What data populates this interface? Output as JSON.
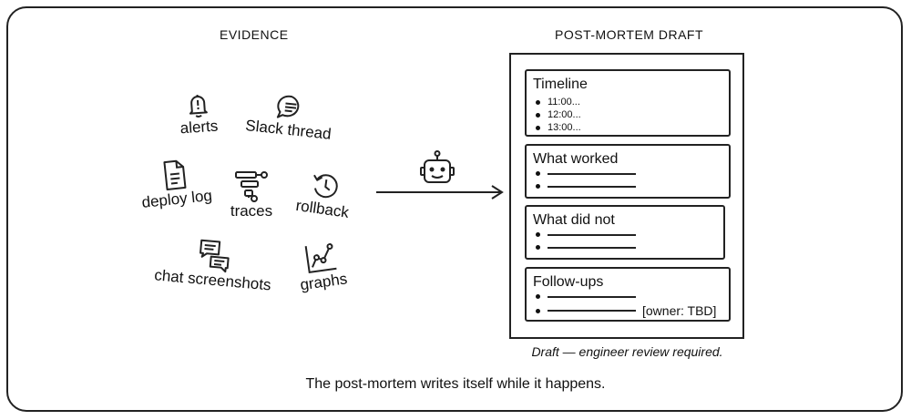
{
  "evidence": {
    "heading": "EVIDENCE",
    "items": [
      {
        "label": "alerts",
        "icon": "bell-icon"
      },
      {
        "label": "Slack thread",
        "icon": "speech-bubble-icon"
      },
      {
        "label": "deploy log",
        "icon": "document-icon"
      },
      {
        "label": "traces",
        "icon": "trace-tree-icon"
      },
      {
        "label": "rollback",
        "icon": "history-clock-icon"
      },
      {
        "label": "chat screenshots",
        "icon": "chat-bubbles-icon"
      },
      {
        "label": "graphs",
        "icon": "line-graph-icon"
      }
    ]
  },
  "agent": {
    "icon": "robot-icon"
  },
  "draft": {
    "heading": "POST-MORTEM DRAFT",
    "sections": [
      {
        "title": "Timeline",
        "entries": [
          "11:00...",
          "12:00...",
          "13:00..."
        ]
      },
      {
        "title": "What worked"
      },
      {
        "title": "What did not"
      },
      {
        "title": "Follow-ups",
        "owner_note": "[owner: TBD]"
      }
    ],
    "caption": "Draft — engineer review required."
  },
  "footer": "The post-mortem writes itself while it happens."
}
